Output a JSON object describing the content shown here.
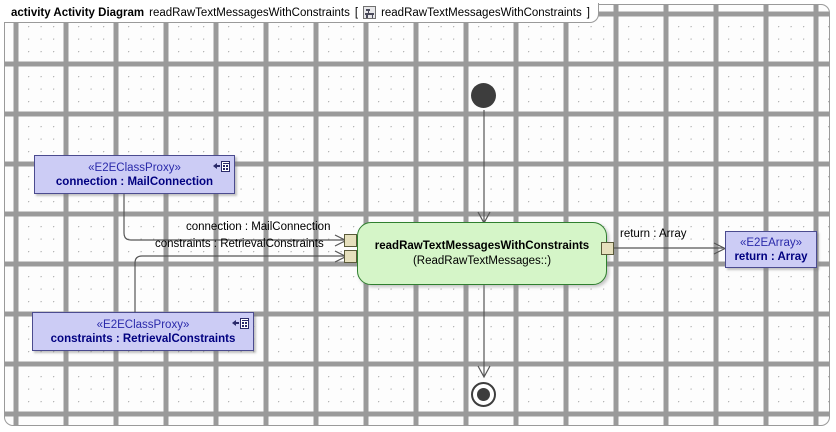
{
  "header": {
    "keyword": "activity Activity Diagram",
    "diagram_name": "readRawTextMessagesWithConstraints",
    "bracket_open": "[",
    "icon": "activity-diagram-icon",
    "frame_name": "readRawTextMessagesWithConstraints",
    "bracket_close": "]"
  },
  "nodes": {
    "initial": {
      "name": "initial-node"
    },
    "final": {
      "name": "activity-final-node"
    },
    "action": {
      "title": "readRawTextMessagesWithConstraints",
      "subtitle": "(ReadRawTextMessages::)",
      "fill": "#d5f5c8",
      "stroke": "#2f7f2f"
    },
    "proxy_connection": {
      "stereotype": "«E2EClassProxy»",
      "label": "connection : MailConnection",
      "icon": "proxy-interface-icon",
      "fill": "#ccccf5",
      "stroke": "#4b4b8f"
    },
    "proxy_constraints": {
      "stereotype": "«E2EClassProxy»",
      "label": "constraints : RetrievalConstraints",
      "icon": "proxy-interface-icon",
      "fill": "#ccccf5",
      "stroke": "#4b4b8f"
    },
    "array_return": {
      "stereotype": "«E2EArray»",
      "label": "return : Array",
      "fill": "#ccccf5",
      "stroke": "#4b4b8f"
    }
  },
  "pins": {
    "in_connection": "input-pin-connection",
    "in_constraints": "input-pin-constraints",
    "out_return": "output-pin-return"
  },
  "edges": {
    "connection_label": "connection : MailConnection",
    "constraints_label": "constraints : RetrievalConstraints",
    "return_label": "return : Array"
  },
  "colors": {
    "edge": "#555555",
    "pin_fill": "#e6e0bd",
    "control_node": "#3d3d3d",
    "canvas": "#fdfdfd"
  }
}
